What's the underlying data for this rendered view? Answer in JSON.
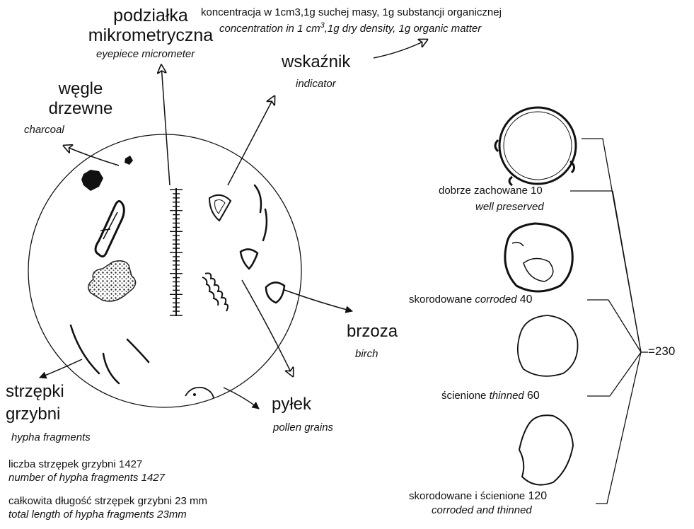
{
  "header": {
    "line1": "koncentracja w 1cm3,1g suchej masy, 1g substancji organicznej",
    "line2_pre": "concentration in 1 cm",
    "line2_sup": "3",
    "line2_post": ",1g dry density, 1g organic matter"
  },
  "labels": {
    "micrometer_pl_1": "podziałka",
    "micrometer_pl_2": "mikrometryczna",
    "micrometer_en": "eyepiece micrometer",
    "indicator_pl": "wskaźnik",
    "indicator_en": "indicator",
    "charcoal_pl_1": "węgle",
    "charcoal_pl_2": "drzewne",
    "charcoal_en": "charcoal",
    "birch_pl": "brzoza",
    "birch_en": "birch",
    "pollen_pl": "pyłek",
    "pollen_en": "pollen grains",
    "hypha_pl_1": "strzępki",
    "hypha_pl_2": "grzybni",
    "hypha_en": "hypha fragments"
  },
  "stats": {
    "count_pl": "liczba strzępek grzybni 1427",
    "count_en": "number of hypha fragments 1427",
    "length_pl": "całkowita długość strzępek grzybni 23 mm",
    "length_en": "total length of hypha fragments 23mm"
  },
  "preservation": {
    "well_pl": "dobrze zachowane 10",
    "well_en": "well preserved",
    "corroded_pl": "skorodowane",
    "corroded_en": "corroded",
    "corroded_value": "40",
    "thinned_pl": "ścienione",
    "thinned_en": "thinned",
    "thinned_value": "60",
    "both_pl": "skorodowane i ścienione",
    "both_value": "120",
    "both_en": "corroded and thinned",
    "total": "=230"
  }
}
